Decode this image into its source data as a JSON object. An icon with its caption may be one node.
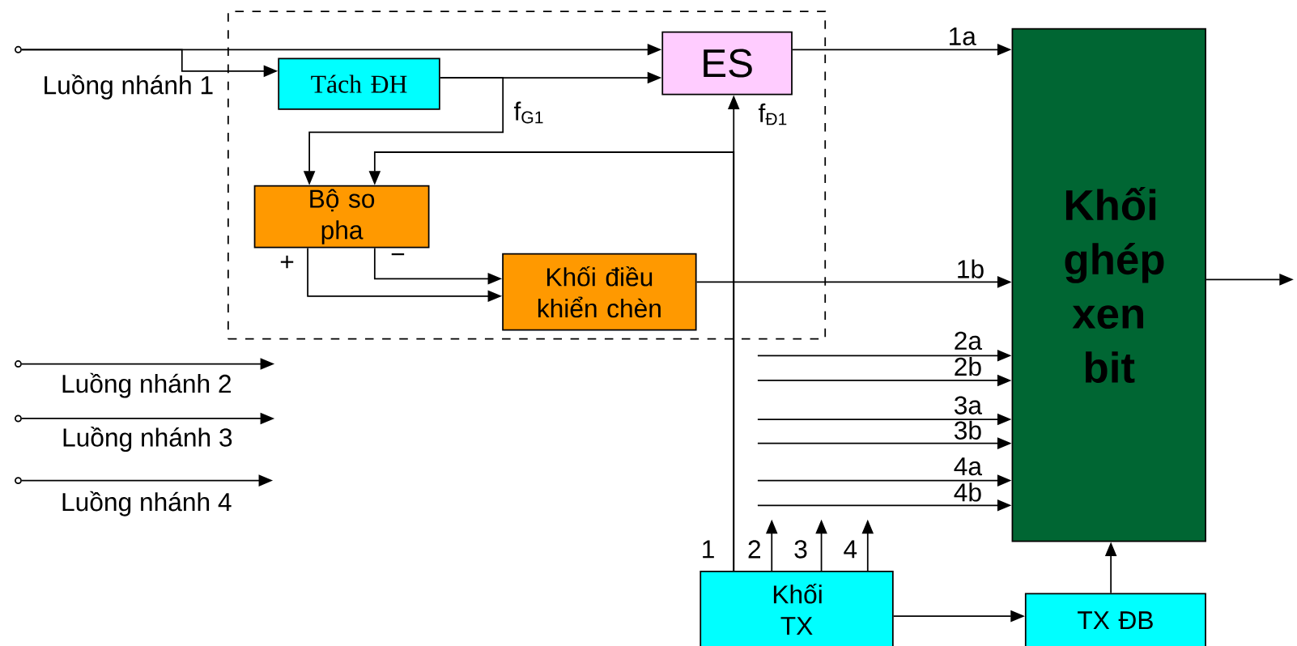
{
  "diagram": {
    "nodes": [
      {
        "text": [],
        "shape": "circle",
        "beside": [
          "Luồng nhánh 1"
        ]
      },
      {
        "text": [],
        "shape": "box"
      },
      {
        "text": [
          "ES"
        ],
        "in": 1
      },
      {
        "text": [
          "Tách ĐH"
        ],
        "in": 1
      },
      {
        "text": [
          "Bộ so pha"
        ],
        "in": 1
      },
      {
        "text": [
          "Khối điều khiển chèn"
        ],
        "in": 1
      },
      {
        "text": [
          "Khối ghép xen bit"
        ]
      },
      {
        "text": [],
        "shape": "circle",
        "beside": [
          "Luồng nhánh 2"
        ]
      },
      {
        "text": [],
        "shape": "circle",
        "beside": [
          "Luồng nhánh 3"
        ]
      },
      {
        "text": [],
        "shape": "circle",
        "beside": [
          "Luồng nhánh 4"
        ]
      },
      {
        "text": [
          "Khối TX"
        ]
      },
      {
        "text": [
          "TX ĐB"
        ]
      }
    ],
    "edges": [
      {
        "from": 0,
        "to": 2,
        "arrow": "to"
      },
      {
        "from": 0,
        "to": 3,
        "arrow": "to"
      },
      {
        "from": 3,
        "to": 2,
        "arrow": "to"
      },
      {
        "from": 3,
        "to": 4,
        "arrow": "to",
        "label": "f$_{G1}$"
      },
      {
        "from": 10,
        "to": 2,
        "arrow": "to",
        "label": "1"
      },
      {
        "from": 10,
        "to": 4,
        "arrow": "to"
      },
      {
        "from": 4,
        "to": 5,
        "arrow": "to",
        "label": "+"
      },
      {
        "from": 4,
        "to": 5,
        "arrow": "to",
        "label": "−"
      },
      {
        "from": 2,
        "to": 6,
        "arrow": "to",
        "label": "1a"
      },
      {
        "from": 5,
        "to": 6,
        "arrow": "to",
        "label": "1b"
      },
      {
        "from": null,
        "to": 6,
        "arrow": "to",
        "label": "2a"
      },
      {
        "from": null,
        "to": 6,
        "arrow": "to",
        "label": "2b"
      },
      {
        "from": null,
        "to": 6,
        "arrow": "to",
        "label": "3a"
      },
      {
        "from": null,
        "to": 6,
        "arrow": "to",
        "label": "3b"
      },
      {
        "from": null,
        "to": 6,
        "arrow": "to",
        "label": "4a"
      },
      {
        "from": null,
        "to": 6,
        "arrow": "to",
        "label": "4b"
      },
      {
        "from": 6,
        "to": null,
        "arrow": "to"
      },
      {
        "from": 7,
        "to": null,
        "arrow": "to"
      },
      {
        "from": 8,
        "to": null,
        "arrow": "to"
      },
      {
        "from": 9,
        "to": null,
        "arrow": "to"
      },
      {
        "from": 10,
        "to": null,
        "arrow": "to",
        "label": "2"
      },
      {
        "from": 10,
        "to": null,
        "arrow": "to",
        "label": "3"
      },
      {
        "from": 10,
        "to": null,
        "arrow": "to",
        "label": "4"
      },
      {
        "from": 10,
        "to": 11,
        "arrow": "to"
      },
      {
        "from": 11,
        "to": 6,
        "arrow": "to"
      }
    ],
    "labels": [
      "f$_{Đ1}$"
    ]
  }
}
